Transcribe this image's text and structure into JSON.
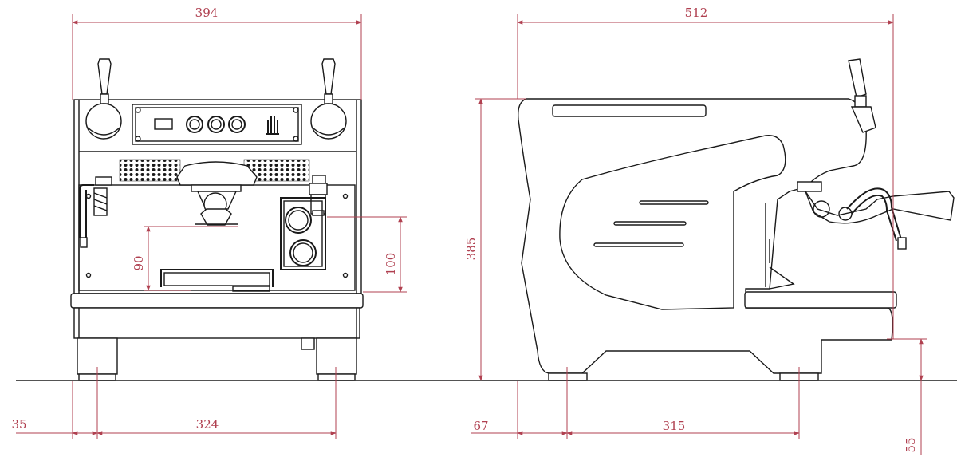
{
  "colors": {
    "line": "#1a1a1a",
    "dimension": "#b04050",
    "background": "#ffffff"
  },
  "front_view": {
    "width_label": "394",
    "foot_offset_label": "35",
    "foot_spacing_label": "324",
    "tray_height_label": "90",
    "group_height_label": "100"
  },
  "side_view": {
    "depth_label": "512",
    "height_label": "385",
    "foot_offset_label": "67",
    "foot_spacing_label": "315",
    "tray_clearance_label": "55"
  },
  "icons": {
    "brand_logo": "hand-logo-icon"
  }
}
